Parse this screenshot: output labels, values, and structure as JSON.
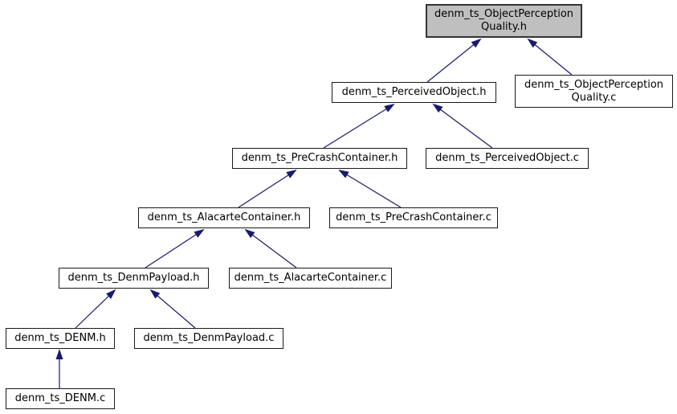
{
  "diagram": {
    "type": "include-dependency-graph",
    "colors": {
      "edge": "#191970",
      "node_fill": "#ffffff",
      "current_node_fill": "#bfbfbf",
      "node_border": "#1a1a1a",
      "text": "#000000"
    },
    "nodes": [
      {
        "id": "denm_ts_ObjectPerceptionQuality.h",
        "label": "denm_ts_ObjectPerception\nQuality.h",
        "current": true
      },
      {
        "id": "denm_ts_PerceivedObject.h",
        "label": "denm_ts_PerceivedObject.h"
      },
      {
        "id": "denm_ts_ObjectPerceptionQuality.c",
        "label": "denm_ts_ObjectPerception\nQuality.c"
      },
      {
        "id": "denm_ts_PreCrashContainer.h",
        "label": "denm_ts_PreCrashContainer.h"
      },
      {
        "id": "denm_ts_PerceivedObject.c",
        "label": "denm_ts_PerceivedObject.c"
      },
      {
        "id": "denm_ts_AlacarteContainer.h",
        "label": "denm_ts_AlacarteContainer.h"
      },
      {
        "id": "denm_ts_PreCrashContainer.c",
        "label": "denm_ts_PreCrashContainer.c"
      },
      {
        "id": "denm_ts_DenmPayload.h",
        "label": "denm_ts_DenmPayload.h"
      },
      {
        "id": "denm_ts_AlacarteContainer.c",
        "label": "denm_ts_AlacarteContainer.c"
      },
      {
        "id": "denm_ts_DENM.h",
        "label": "denm_ts_DENM.h"
      },
      {
        "id": "denm_ts_DenmPayload.c",
        "label": "denm_ts_DenmPayload.c"
      },
      {
        "id": "denm_ts_DENM.c",
        "label": "denm_ts_DENM.c"
      }
    ],
    "edges": [
      {
        "from": "denm_ts_PerceivedObject.h",
        "to": "denm_ts_ObjectPerceptionQuality.h"
      },
      {
        "from": "denm_ts_ObjectPerceptionQuality.c",
        "to": "denm_ts_ObjectPerceptionQuality.h"
      },
      {
        "from": "denm_ts_PreCrashContainer.h",
        "to": "denm_ts_PerceivedObject.h"
      },
      {
        "from": "denm_ts_PerceivedObject.c",
        "to": "denm_ts_PerceivedObject.h"
      },
      {
        "from": "denm_ts_AlacarteContainer.h",
        "to": "denm_ts_PreCrashContainer.h"
      },
      {
        "from": "denm_ts_PreCrashContainer.c",
        "to": "denm_ts_PreCrashContainer.h"
      },
      {
        "from": "denm_ts_DenmPayload.h",
        "to": "denm_ts_AlacarteContainer.h"
      },
      {
        "from": "denm_ts_AlacarteContainer.c",
        "to": "denm_ts_AlacarteContainer.h"
      },
      {
        "from": "denm_ts_DENM.h",
        "to": "denm_ts_DenmPayload.h"
      },
      {
        "from": "denm_ts_DenmPayload.c",
        "to": "denm_ts_DenmPayload.h"
      },
      {
        "from": "denm_ts_DENM.c",
        "to": "denm_ts_DENM.h"
      }
    ]
  }
}
